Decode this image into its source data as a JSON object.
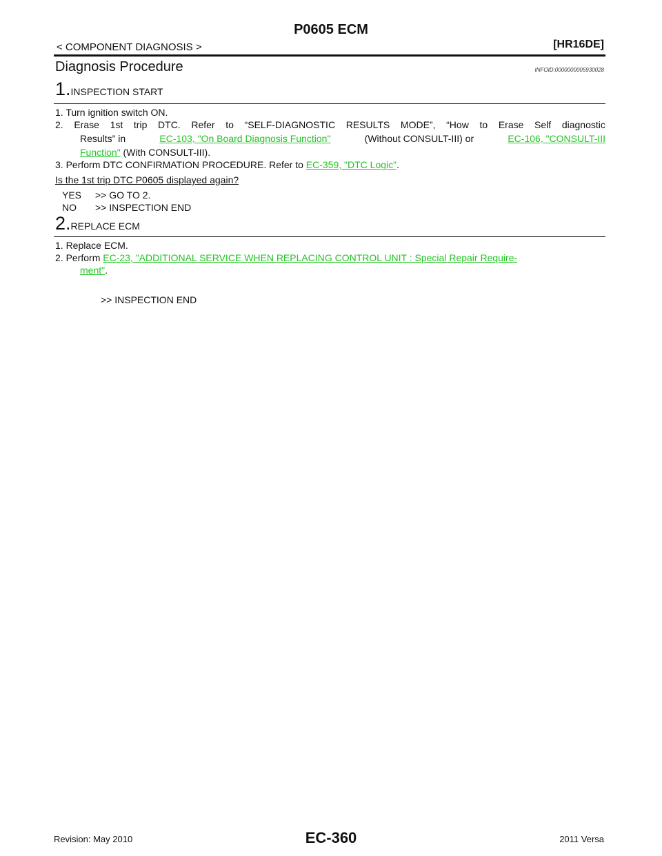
{
  "header": {
    "title": "P0605 ECM",
    "section": "< COMPONENT DIAGNOSIS >",
    "engine": "[HR16DE]"
  },
  "procedure": {
    "title": "Diagnosis Procedure",
    "infoid": "INFOID:0000000005930028"
  },
  "step1": {
    "number": "1.",
    "title": "INSPECTION START",
    "items": {
      "i1": "1.  Turn ignition switch ON.",
      "i2_words": [
        "2.",
        "Erase",
        "1st",
        "trip",
        "DTC.",
        "Refer",
        "to",
        "“SELF-DIAGNOSTIC",
        "RESULTS",
        "MODE”,",
        "“How",
        "to",
        "Erase",
        "Self",
        "diagnostic"
      ],
      "i2_line2_prefix": "Results”  in",
      "i2_link1": "EC-103, \"On Board Diagnosis Function\"",
      "i2_mid": "(Without CONSULT-III) or",
      "i2_link2a": "EC-106, \"CONSULT-III",
      "i2_link2b": "Function\"",
      "i2_suffix": " (With CONSULT-III).",
      "i3_prefix": "3.  Perform DTC CONFIRMATION PROCEDURE. Refer to ",
      "i3_link": "EC-359, \"DTC Logic\"",
      "i3_suffix": "."
    },
    "question": "Is the 1st trip DTC P0605 displayed again?",
    "answers": {
      "yes_opt": "YES",
      "yes_text": ">> GO TO 2.",
      "no_opt": "NO",
      "no_text": ">> INSPECTION END"
    }
  },
  "step2": {
    "number": "2.",
    "title": "REPLACE ECM",
    "i1": "1.  Replace ECM.",
    "i2_prefix": "2.  Perform ",
    "i2_link_a": "EC-23, \"ADDITIONAL SERVICE WHEN REPLACING CONTROL UNIT : Special Repair Require-",
    "i2_link_b": "ment\"",
    "i2_suffix": ".",
    "end": ">> INSPECTION END"
  },
  "footer": {
    "revision": "Revision: May 2010",
    "page": "EC-360",
    "model": "2011 Versa"
  },
  "colors": {
    "link": "#22c422",
    "text": "#111111"
  }
}
